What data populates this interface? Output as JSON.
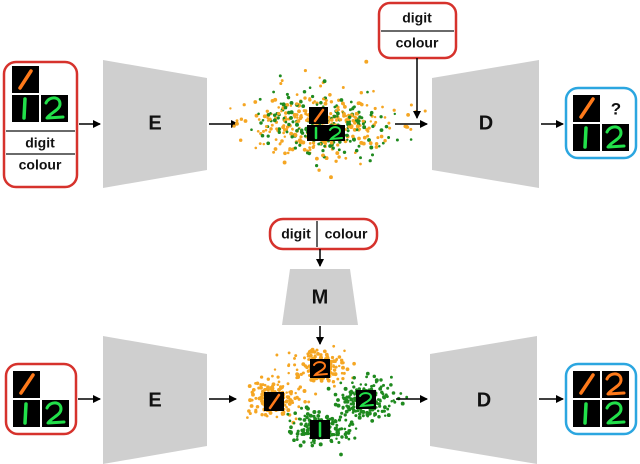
{
  "blocks": {
    "encoder_label": "E",
    "decoder_label": "D",
    "mapper_label": "M"
  },
  "conditions": {
    "digit": "digit",
    "colour": "colour"
  },
  "unknown_marker": "?",
  "colors": {
    "input_border": "#d6322c",
    "output_border": "#2ba6e0",
    "block_fill": "#cfcfcf",
    "orange_points": "#f5a623",
    "green_points": "#1f8a1f",
    "digit_orange": "#ff7a1a",
    "digit_green": "#22e04a",
    "tile_bg": "#000000"
  }
}
